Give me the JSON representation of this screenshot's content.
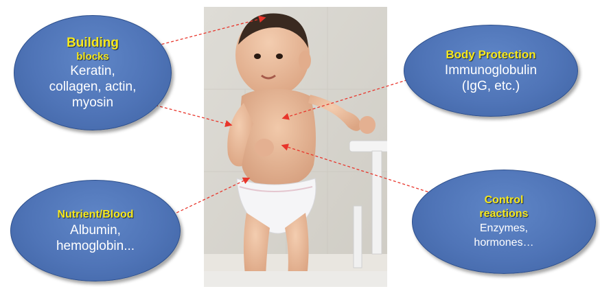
{
  "callouts": {
    "building": {
      "title_line1": "Building",
      "title_line2": "blocks",
      "body_line1": "Keratin,",
      "body_line2": "collagen, actin,",
      "body_line3": "myosin"
    },
    "body_protection": {
      "title": "Body Protection",
      "body_line1": "Immunoglobulin",
      "body_line2": "(IgG, etc.)"
    },
    "nutrient": {
      "title": "Nutrient/Blood",
      "body_line1": "Albumin,",
      "body_line2": "hemoglobin..."
    },
    "control": {
      "title_line1": "Control",
      "title_line2": "reactions",
      "body_line1": "Enzymes,",
      "body_line2": "hormones…"
    }
  },
  "colors": {
    "bubble_fill": "#4f74b7",
    "title_text": "#f6e81d",
    "body_text": "#ffffff",
    "connector": "#e8352b"
  }
}
